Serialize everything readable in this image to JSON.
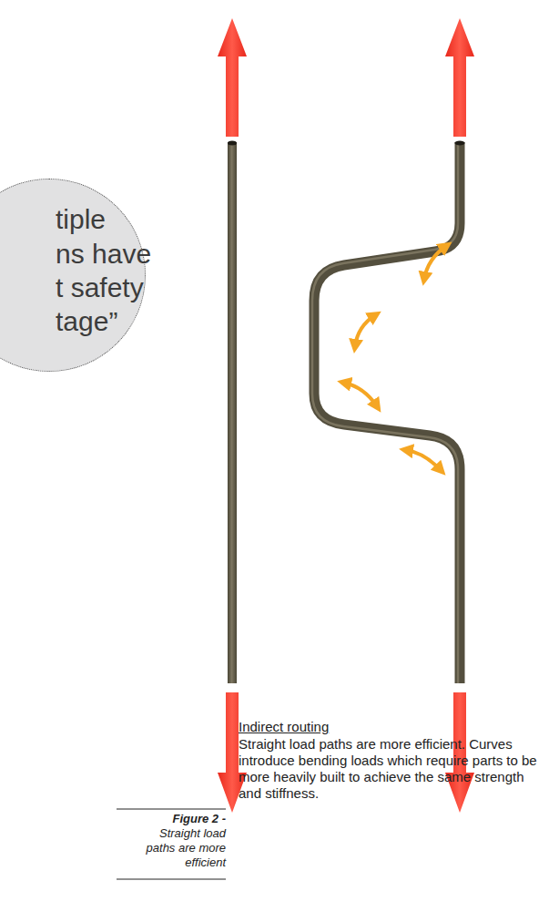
{
  "diagram": {
    "nodes": [
      {
        "text": [
          "tiple",
          "ns have",
          "t safety",
          "tage”"
        ]
      }
    ],
    "labels": [
      "Figure 2 -",
      "Straight load paths are more efficient",
      "Indirect routing",
      "Straight load paths are more efficient. Curves introduce bending loads which require parts to be more heavily built to achieve the same strength and stiffness."
    ]
  }
}
